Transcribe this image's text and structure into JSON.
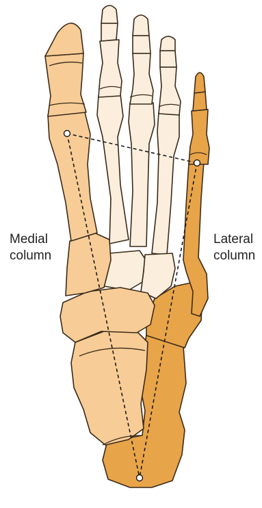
{
  "labels": {
    "medial": [
      "Medial",
      "column"
    ],
    "lateral": [
      "Lateral",
      "column"
    ]
  },
  "colors": {
    "medial_column": "#F7CC96",
    "middle_metatarsals": "#FBEEDD",
    "lateral_column": "#E8A449",
    "outline": "#3a2a1a",
    "dashed_line": "#1a1a1a"
  }
}
